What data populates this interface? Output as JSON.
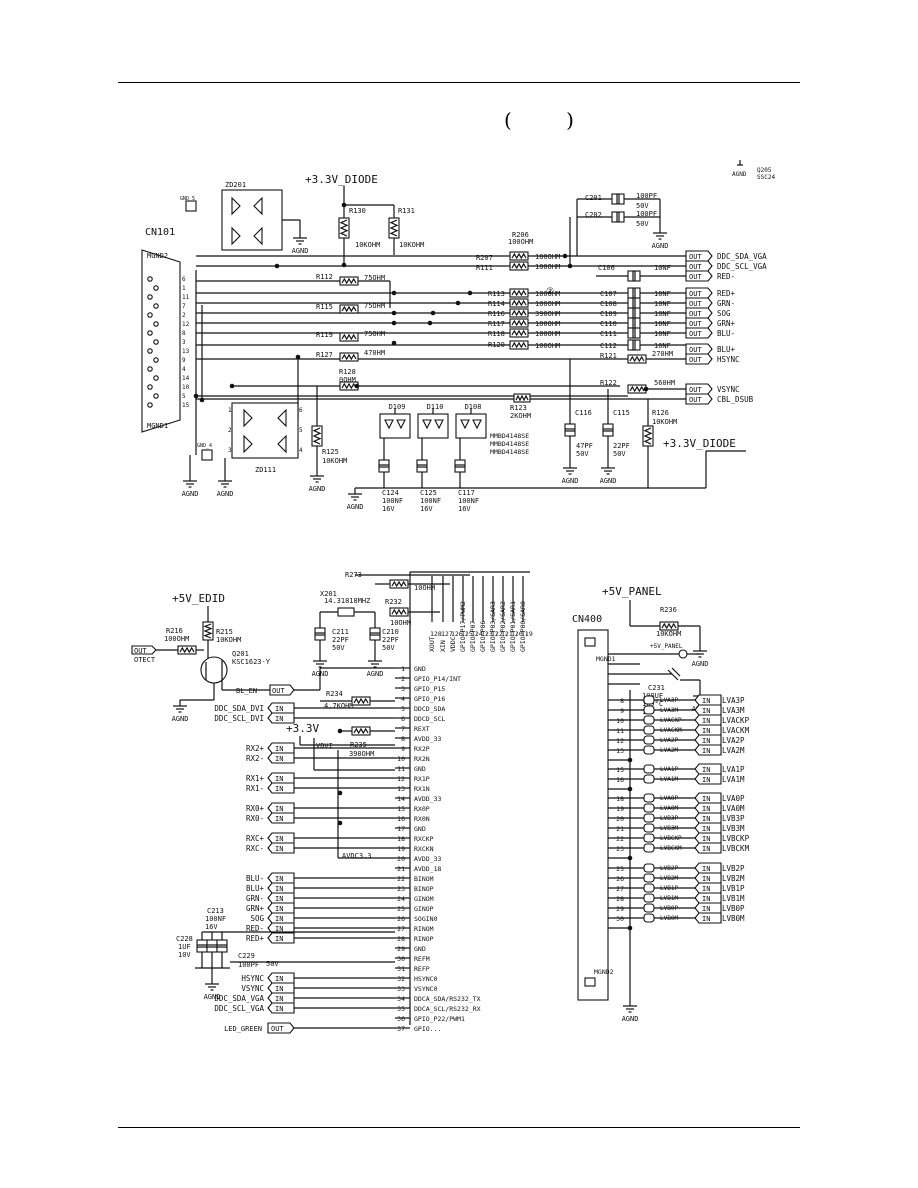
{
  "header": {
    "parenthesis_text": "( )"
  },
  "upper": {
    "top_labels": {
      "diode_rail": "+3.3V_DIODE",
      "agnd": "AGND",
      "q205": "Q205",
      "q205_part": "SSC24"
    },
    "cn101": {
      "name": "CN101",
      "mgnd2": "MGND2",
      "mgnd1": "MGND1",
      "pins": [
        "6",
        "1",
        "11",
        "7",
        "2",
        "12",
        "8",
        "3",
        "13",
        "9",
        "4",
        "14",
        "10",
        "5",
        "15"
      ]
    },
    "gnd_labels": {
      "gnd_5": "GND_5",
      "gnd_4": "GND_4"
    },
    "zd201": "ZD201",
    "zd111": "ZD111",
    "resistors": [
      {
        "ref": "R130",
        "val": "10KOHM"
      },
      {
        "ref": "R131",
        "val": "10KOHM"
      },
      {
        "ref": "R206",
        "val": "100OHM"
      },
      {
        "ref": "R207",
        "val": "100OHM"
      },
      {
        "ref": "R111",
        "val": "100OHM"
      },
      {
        "ref": "R112",
        "val": "75OHM"
      },
      {
        "ref": "R113",
        "val": "100OHM"
      },
      {
        "ref": "R114",
        "val": "100OHM"
      },
      {
        "ref": "R115",
        "val": "75OHM"
      },
      {
        "ref": "R116",
        "val": "390OHM"
      },
      {
        "ref": "R117",
        "val": "100OHM"
      },
      {
        "ref": "R118",
        "val": "100OHM"
      },
      {
        "ref": "R119",
        "val": "75OHM"
      },
      {
        "ref": "R120",
        "val": "100OHM"
      },
      {
        "ref": "R121",
        "val": "270HM"
      },
      {
        "ref": "R127",
        "val": "470HM"
      },
      {
        "ref": "R128",
        "val": "0OHM"
      },
      {
        "ref": "R122",
        "val": "560HM"
      },
      {
        "ref": "R123",
        "val": "2KOHM"
      },
      {
        "ref": "R125",
        "val": "10KOHM"
      },
      {
        "ref": "R126",
        "val": "10KOHM"
      }
    ],
    "caps_top": [
      {
        "ref": "C201",
        "val": "100PF",
        "volt": "50V"
      },
      {
        "ref": "C202",
        "val": "100PF",
        "volt": "50V"
      }
    ],
    "caps_mid": [
      {
        "ref": "C106",
        "val": "10NF"
      },
      {
        "ref": "C107",
        "val": "10NF"
      },
      {
        "ref": "C108",
        "val": "10NF"
      },
      {
        "ref": "C109",
        "val": "10NF"
      },
      {
        "ref": "C110",
        "val": "10NF"
      },
      {
        "ref": "C111",
        "val": "10NF"
      },
      {
        "ref": "C112",
        "val": "10NF"
      }
    ],
    "outputs": [
      "DDC_SDA_VGA",
      "DDC_SCL_VGA",
      "RED-",
      "RED+",
      "GRN-",
      "SOG",
      "GRN+",
      "BLU-",
      "BLU+",
      "HSYNC",
      "VSYNC",
      "CBL_DSUB"
    ],
    "out_tag": "OUT",
    "diodes": [
      {
        "ref": "D109"
      },
      {
        "ref": "D110"
      },
      {
        "ref": "D108"
      }
    ],
    "diode_parts": [
      "MMBD4148SE",
      "MMBD4148SE",
      "MMBD4148SE"
    ],
    "caps_low": [
      {
        "ref": "C116",
        "val": "47PF",
        "volt": "50V"
      },
      {
        "ref": "C115",
        "val": "22PF",
        "volt": "50V"
      },
      {
        "ref": "C124",
        "val": "100NF",
        "volt": "16V"
      },
      {
        "ref": "C125",
        "val": "100NF",
        "volt": "16V"
      },
      {
        "ref": "C117",
        "val": "100NF",
        "volt": "16V"
      }
    ],
    "circle2": "②",
    "diode_rail_2": "+3.3V_DIODE"
  },
  "lower_left": {
    "edid": "+5V_EDID",
    "r216": "R216",
    "r216_val": "100OHM",
    "r215": "R215",
    "r215_val": "10KOHM",
    "q201": "Q201",
    "q201_part": "KSC1623-Y",
    "protect": "OTECT",
    "protect_tag": "OUT",
    "x201": "X201",
    "x201_val": "14.31818MHZ",
    "r232": "R232",
    "r232_val": "10OHM",
    "r273": "R273",
    "r273_val": "10OHM",
    "c211": {
      "ref": "C211",
      "val": "22PF",
      "volt": "50V"
    },
    "c210": {
      "ref": "C210",
      "val": "22PF",
      "volt": "50V"
    },
    "r234": "R234",
    "r234_val": "4.7KOHM",
    "r235": "R235",
    "r235_val": "390OHM",
    "v33": "+3.3V",
    "vdvi": "VDVI",
    "avdc": "AVDC3.3",
    "agnd": "AGND",
    "bl_en": "BL_EN",
    "c213": {
      "ref": "C213",
      "val": "100NF",
      "volt": "16V"
    },
    "c228": {
      "ref": "C228",
      "val": "1UF",
      "volt": "10V"
    },
    "c229": {
      "ref": "C229",
      "val": "100PF",
      "volt": "50V"
    },
    "ic_pins": [
      {
        "n": "1",
        "name": "GND"
      },
      {
        "n": "2",
        "name": "GPIO_P14/INT"
      },
      {
        "n": "3",
        "name": "GPIO_P15"
      },
      {
        "n": "4",
        "name": "GPIO_P16"
      },
      {
        "n": "5",
        "name": "DDCD_SDA"
      },
      {
        "n": "6",
        "name": "DDCD_SCL"
      },
      {
        "n": "7",
        "name": "REXT"
      },
      {
        "n": "8",
        "name": "AVDD_33"
      },
      {
        "n": "9",
        "name": "RX2P"
      },
      {
        "n": "10",
        "name": "RX2N"
      },
      {
        "n": "11",
        "name": "GND"
      },
      {
        "n": "12",
        "name": "RX1P"
      },
      {
        "n": "13",
        "name": "RX1N"
      },
      {
        "n": "14",
        "name": "AVDD_33"
      },
      {
        "n": "15",
        "name": "RX0P"
      },
      {
        "n": "16",
        "name": "RX0N"
      },
      {
        "n": "17",
        "name": "GND"
      },
      {
        "n": "18",
        "name": "RXCKP"
      },
      {
        "n": "19",
        "name": "RXCKN"
      },
      {
        "n": "20",
        "name": "AVDD_33"
      },
      {
        "n": "21",
        "name": "AVDD_18"
      },
      {
        "n": "22",
        "name": "BINOM"
      },
      {
        "n": "23",
        "name": "BINOP"
      },
      {
        "n": "24",
        "name": "GINOM"
      },
      {
        "n": "25",
        "name": "GINOP"
      },
      {
        "n": "26",
        "name": "SOGIN0"
      },
      {
        "n": "27",
        "name": "RINOM"
      },
      {
        "n": "28",
        "name": "RINOP"
      },
      {
        "n": "29",
        "name": "GND"
      },
      {
        "n": "30",
        "name": "REFM"
      },
      {
        "n": "31",
        "name": "REFP"
      },
      {
        "n": "32",
        "name": "HSYNC0"
      },
      {
        "n": "33",
        "name": "VSYNC0"
      },
      {
        "n": "34",
        "name": "DDCA_SDA/RS232_TX"
      },
      {
        "n": "35",
        "name": "DDCA_SCL/RS232_RX"
      },
      {
        "n": "36",
        "name": "GPIO_P22/PWM1"
      },
      {
        "n": "37",
        "name": "GPIO..."
      }
    ],
    "top_pins": [
      "128",
      "127",
      "126",
      "125",
      "124",
      "123",
      "122",
      "121",
      "120",
      "119"
    ],
    "top_pin_names": [
      "XOUT",
      "XIN",
      "VDDC",
      "GPIO_P17/PWM2",
      "GPIO_P07",
      "GPIO_P06",
      "GPIO_P03/SAR3",
      "GPIO_P02/SAR2",
      "GPIO_P01/SAR1",
      "GPIO_P00/SAR0"
    ],
    "inputs": [
      {
        "label": "DDC_SDA_DVI",
        "pin": 5
      },
      {
        "label": "DDC_SCL_DVI",
        "pin": 6
      },
      {
        "label": "RX2+",
        "pin": 9
      },
      {
        "label": "RX2-",
        "pin": 10
      },
      {
        "label": "RX1+",
        "pin": 12
      },
      {
        "label": "RX1-",
        "pin": 13
      },
      {
        "label": "RX0+",
        "pin": 15
      },
      {
        "label": "RX0-",
        "pin": 16
      },
      {
        "label": "RXC+",
        "pin": 18
      },
      {
        "label": "RXC-",
        "pin": 19
      },
      {
        "label": "BLU-",
        "pin": 22
      },
      {
        "label": "BLU+",
        "pin": 23
      },
      {
        "label": "GRN-",
        "pin": 24
      },
      {
        "label": "GRN+",
        "pin": 25
      },
      {
        "label": "SOG",
        "pin": 26
      },
      {
        "label": "RED-",
        "pin": 27
      },
      {
        "label": "RED+",
        "pin": 28
      },
      {
        "label": "HSYNC",
        "pin": 32
      },
      {
        "label": "VSYNC",
        "pin": 33
      },
      {
        "label": "DDC_SDA_VGA",
        "pin": 34
      },
      {
        "label": "DDC_SCL_VGA",
        "pin": 35
      }
    ],
    "led": "LED_GREEN",
    "in_tag": "IN",
    "out_tag": "OUT"
  },
  "lower_right": {
    "panel": "+5V_PANEL",
    "r236": "R236",
    "r236_val": "10KOHM",
    "cn400": "CN400",
    "mgnd1": "MGND1",
    "mgnd2": "MGND2",
    "plus5v": "+5V_PANEL",
    "agnd": "AGND",
    "c231": {
      "ref": "C231",
      "val": "100UF",
      "temp": "105°C",
      "volt": "16V"
    },
    "signals": [
      {
        "pin": "8",
        "net": "LVA3P"
      },
      {
        "pin": "9",
        "net": "LVA3M"
      },
      {
        "pin": "10",
        "net": "LVACKP"
      },
      {
        "pin": "11",
        "net": "LVACKM"
      },
      {
        "pin": "12",
        "net": "LVA2P"
      },
      {
        "pin": "13",
        "net": "LVA2M"
      },
      {
        "pin": "15",
        "net": "LVA1P"
      },
      {
        "pin": "16",
        "net": "LVA1M"
      },
      {
        "pin": "18",
        "net": "LVA0P"
      },
      {
        "pin": "19",
        "net": "LVA0M"
      },
      {
        "pin": "20",
        "net": "LVB3P"
      },
      {
        "pin": "21",
        "net": "LVB3M"
      },
      {
        "pin": "22",
        "net": "LVBCKP"
      },
      {
        "pin": "23",
        "net": "LVBCKM"
      },
      {
        "pin": "25",
        "net": "LVB2P"
      },
      {
        "pin": "26",
        "net": "LVB2M"
      },
      {
        "pin": "27",
        "net": "LVB1P"
      },
      {
        "pin": "28",
        "net": "LVB1M"
      },
      {
        "pin": "29",
        "net": "LVB0P"
      },
      {
        "pin": "30",
        "net": "LVB0M"
      }
    ],
    "in_tag": "IN"
  }
}
